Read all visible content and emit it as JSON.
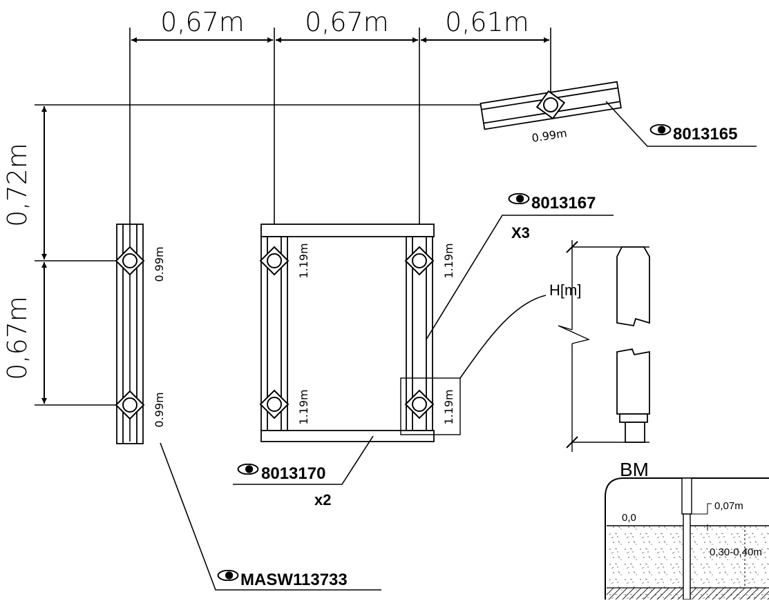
{
  "dimensions": {
    "top": [
      "0,67m",
      "0,67m",
      "0,61m"
    ],
    "left": [
      "0,72m",
      "0,67m"
    ]
  },
  "post_labels": {
    "left_top": "0.99m",
    "left_bottom": "0.99m",
    "mid_tl": "1.19m",
    "mid_tr": "1.19m",
    "mid_bl": "1.19m",
    "mid_br": "1.19m",
    "rail": "0.99m"
  },
  "parts": {
    "rail": "8013165",
    "side": "8013167",
    "side_qty": "X3",
    "bottom": "8013170",
    "bottom_qty": "x2",
    "left": "MASW113733"
  },
  "height_label": "H[m]",
  "bm": {
    "title": "BM",
    "level": "0,0",
    "offset": "0,07m",
    "depth": "0,30-0,40m"
  },
  "icons": {
    "reference": "eye-icon"
  }
}
